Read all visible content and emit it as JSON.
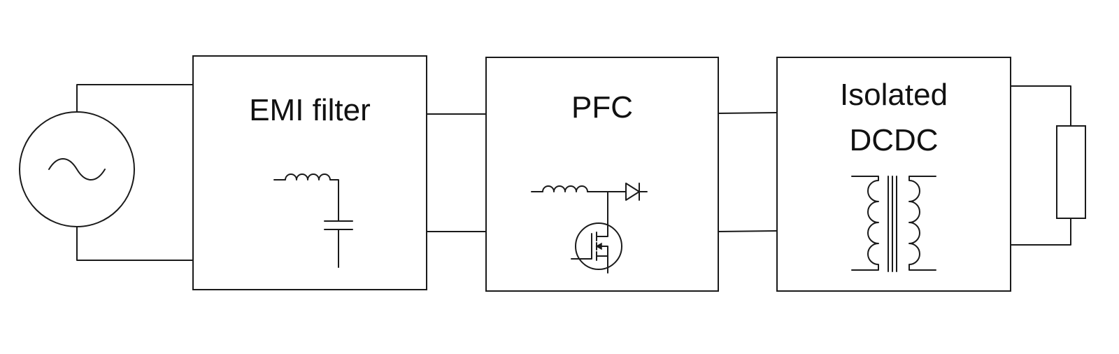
{
  "blocks": {
    "emi": {
      "label": "EMI filter"
    },
    "pfc": {
      "label": "PFC"
    },
    "dcdc": {
      "label_line1": "Isolated",
      "label_line2": "DCDC"
    }
  }
}
